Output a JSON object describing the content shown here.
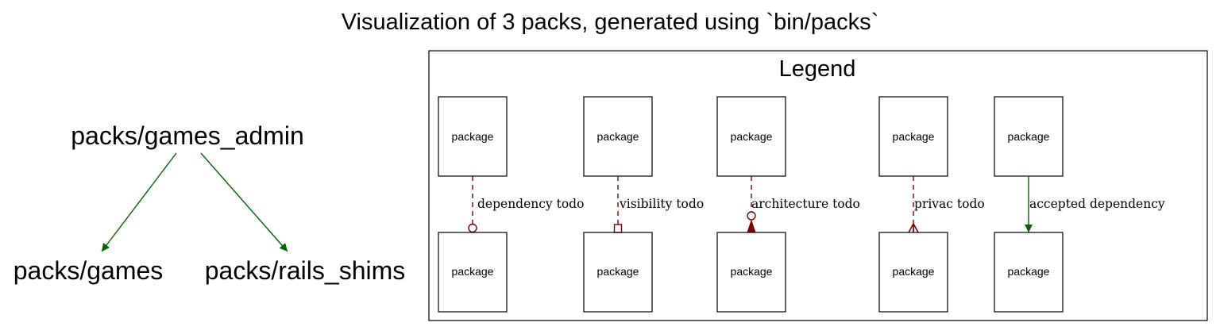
{
  "title": "Visualization of 3 packs, generated using `bin/packs`",
  "packs": {
    "root": "packs/games_admin",
    "children": [
      "packs/games",
      "packs/rails_shims"
    ]
  },
  "legend": {
    "title": "Legend",
    "node_label": "package",
    "edges": [
      {
        "label": "dependency todo",
        "style": "todo",
        "arrowhead": "circle"
      },
      {
        "label": "visibility todo",
        "style": "todo",
        "arrowhead": "square"
      },
      {
        "label": "architecture todo",
        "style": "todo",
        "arrowhead": "circle-filled-arrow"
      },
      {
        "label": "privac todo",
        "style": "todo",
        "arrowhead": "crow"
      },
      {
        "label": "accepted dependency",
        "style": "accepted",
        "arrowhead": "arrow"
      }
    ]
  },
  "colors": {
    "accepted": "#006400",
    "todo": "#800000",
    "text": "#000000",
    "border": "#000000"
  }
}
